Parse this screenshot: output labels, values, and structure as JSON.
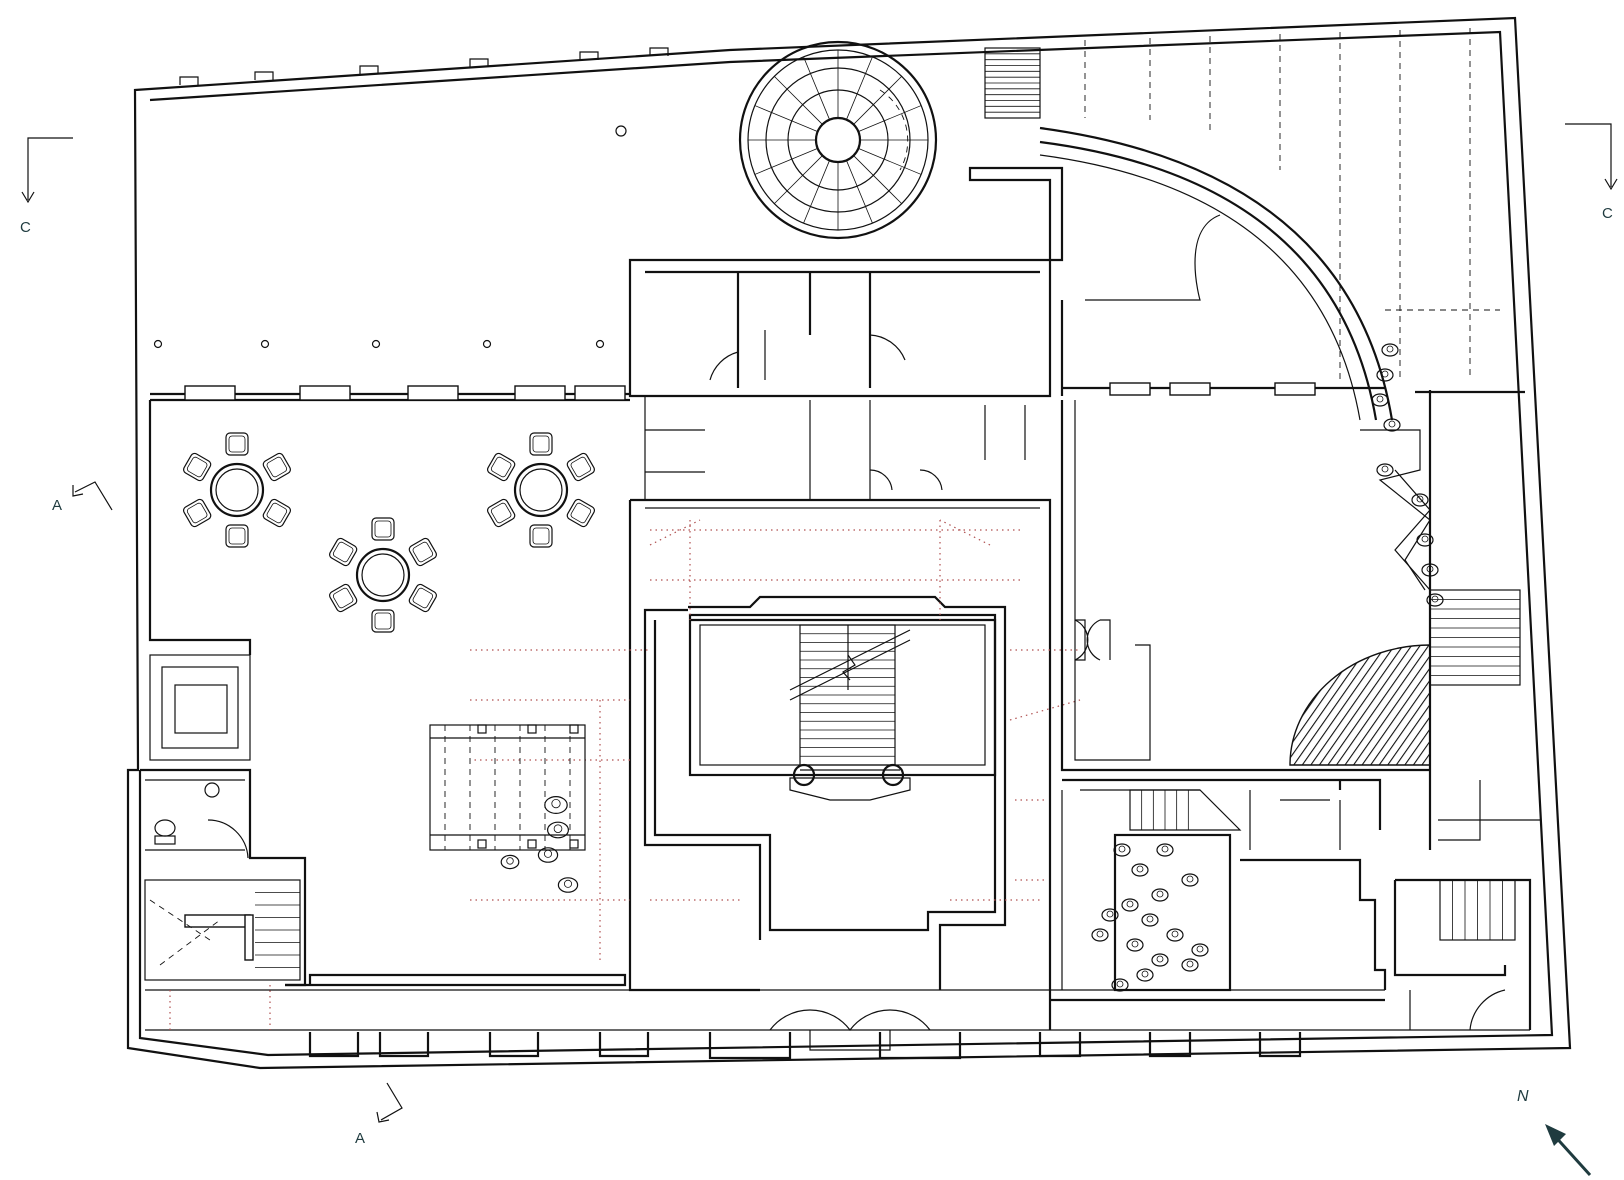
{
  "section_markers": {
    "c_left": "C",
    "c_right": "C",
    "a_left": "A",
    "a_bottom": "A"
  },
  "north": {
    "label": "N"
  },
  "colors": {
    "ink": "#111111",
    "label_ink": "#1f3b3f",
    "hidden_lines": "#b05050"
  },
  "icons": [
    "section-arrow-icon",
    "north-arrow-icon",
    "spiral-stair-icon",
    "table-with-chairs-icon",
    "toilet-icon",
    "person-figure-icon"
  ]
}
